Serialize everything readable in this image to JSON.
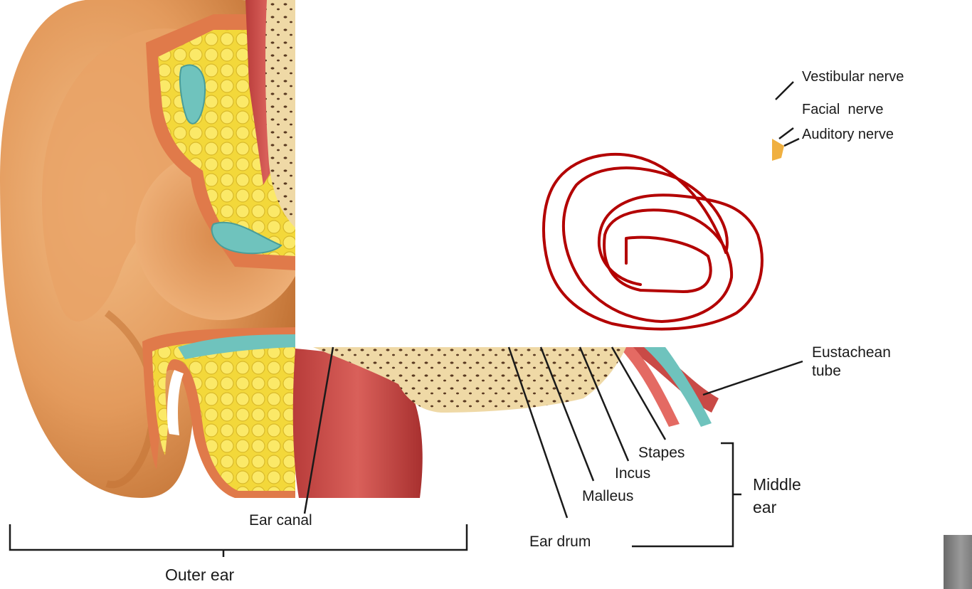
{
  "labels": {
    "vestibular_nerve": "Vestibular nerve",
    "facial_nerve": "Facial  nerve",
    "auditory_nerve": "Auditory nerve",
    "eustachean_tube": "Eustachean\ntube",
    "stapes": "Stapes",
    "incus": "Incus",
    "malleus": "Malleus",
    "middle_ear": "Middle\near",
    "ear_canal": "Ear canal",
    "ear_drum": "Ear drum",
    "outer_ear": "Outer ear"
  },
  "colors": {
    "skin": "#e9a56a",
    "skin_shadow": "#c87a3e",
    "fat": "#f6e24a",
    "cartilage": "#6fc3bd",
    "muscle": "#c94a46",
    "bone": "#f0dcae",
    "annotation_scribble": "#b30000",
    "leader_line": "#1a1a1a"
  }
}
